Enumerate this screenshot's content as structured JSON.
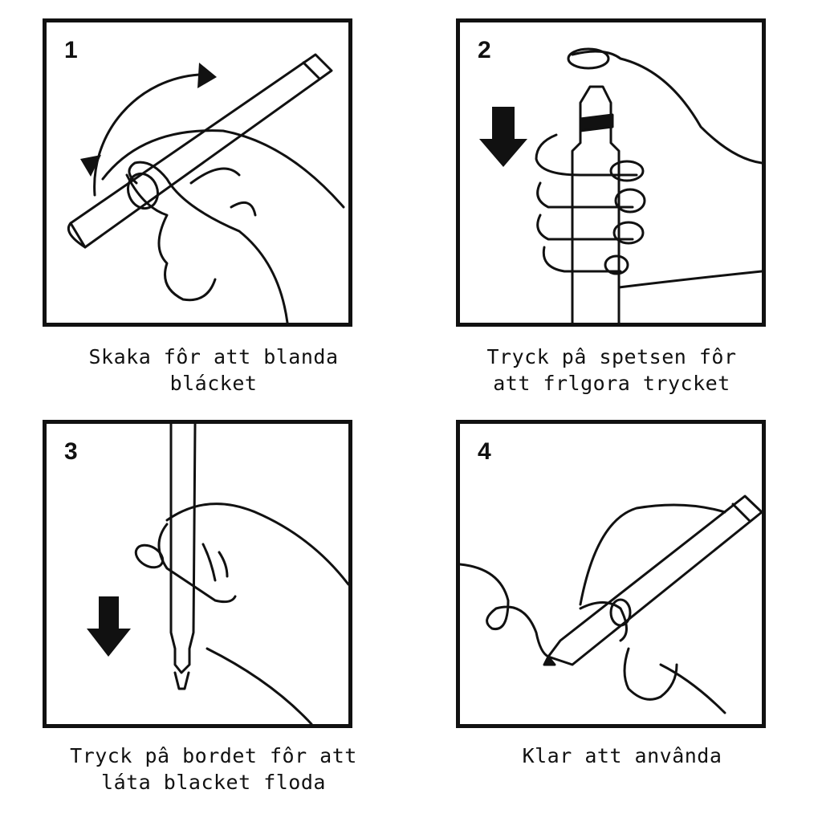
{
  "steps": [
    {
      "number": "1",
      "caption_lines": [
        "Skaka fôr att blanda",
        "blácket"
      ]
    },
    {
      "number": "2",
      "caption_lines": [
        "Tryck pâ spetsen fôr",
        "att frlgora trycket"
      ]
    },
    {
      "number": "3",
      "caption_lines": [
        "Tryck pâ bordet fôr att",
        "láta blacket floda"
      ]
    },
    {
      "number": "4",
      "caption_lines": [
        "Klar att anvânda"
      ]
    }
  ],
  "colors": {
    "line": "#111111",
    "background": "#ffffff"
  }
}
